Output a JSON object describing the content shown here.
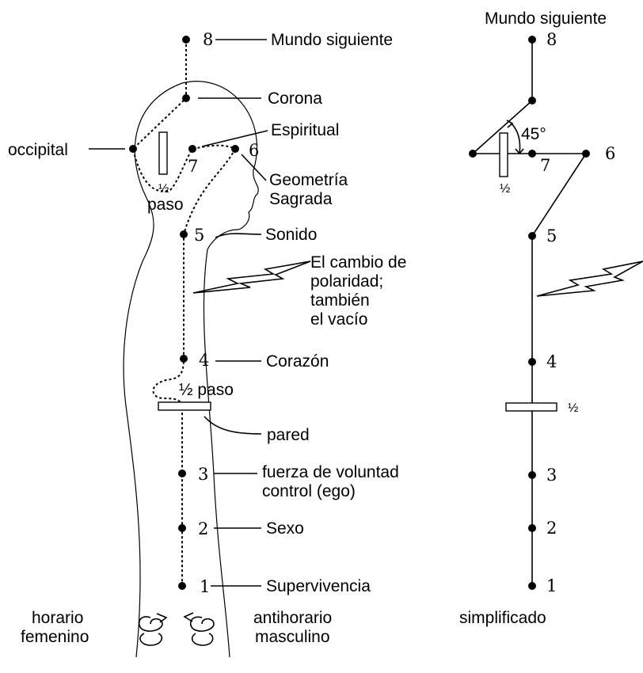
{
  "left": {
    "labels": {
      "mundo_siguiente": "Mundo siguiente",
      "corona": "Corona",
      "espiritual": "Espiritual",
      "occipital": "occipital",
      "geometria": "Geometría",
      "sagrada": "Sagrada",
      "half_paso_top_frac": "½",
      "half_paso_top_word": "paso",
      "sonido": "Sonido",
      "cambio_line1": "El cambio de",
      "cambio_line2": "polaridad;",
      "cambio_line3": "también",
      "cambio_line4": "el vacío",
      "corazon": "Corazón",
      "half_paso_mid": "½ paso",
      "pared": "pared",
      "fuerza": "fuerza de voluntad",
      "control": "control (ego)",
      "sexo": "Sexo",
      "supervivencia": "Supervivencia",
      "horario": "horario",
      "femenino": "femenino",
      "antihorario": "antihorario",
      "masculino": "masculino"
    },
    "numbers": {
      "n8": "8",
      "n7": "7",
      "n6": "6",
      "n5": "5",
      "n4": "4",
      "n3": "3",
      "n2": "2",
      "n1": "1"
    }
  },
  "right": {
    "labels": {
      "mundo_siguiente": "Mundo siguiente",
      "angle": "45°",
      "half_top": "½",
      "half_mid": "½",
      "simplificado": "simplificado"
    },
    "numbers": {
      "n8": "8",
      "n7": "7",
      "n6": "6",
      "n5": "5",
      "n4": "4",
      "n3": "3",
      "n2": "2",
      "n1": "1"
    }
  }
}
